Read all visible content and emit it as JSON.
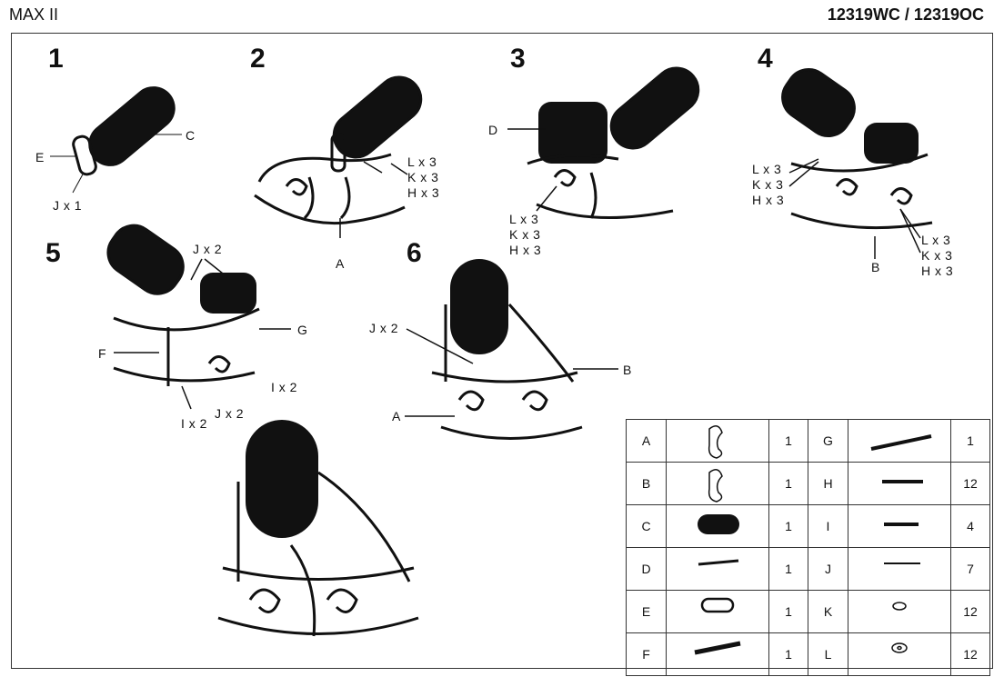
{
  "header": {
    "model": "MAX II",
    "codes": "12319WC / 12319OC"
  },
  "steps": [
    "1",
    "2",
    "3",
    "4",
    "5",
    "6"
  ],
  "callouts": {
    "s1_C": "C",
    "s1_E": "E",
    "s1_J": "J x 1",
    "s2_L": "L x 3",
    "s2_K": "K x 3",
    "s2_H": "H x 3",
    "s2_A": "A",
    "s3_D": "D",
    "s3_L": "L x 3",
    "s3_K": "K x 3",
    "s3_H": "H x 3",
    "s4_L1": "L x 3",
    "s4_K1": "K x 3",
    "s4_H1": "H x 3",
    "s4_L2": "L x 3",
    "s4_K2": "K x 3",
    "s4_H2": "H x 3",
    "s4_B": "B",
    "s5_J1": "J x 2",
    "s5_G": "G",
    "s5_F": "F",
    "s5_I1": "I x 2",
    "s5_I2": "I x 2",
    "s5_J2": "J x 2",
    "s6_J": "J x 2",
    "s6_B": "B",
    "s6_A": "A"
  },
  "parts": [
    {
      "l": "A",
      "q": "1",
      "l2": "G",
      "q2": "1",
      "icon": "rocker-side-frame",
      "icon2": "long-bar"
    },
    {
      "l": "B",
      "q": "1",
      "l2": "H",
      "q2": "12",
      "icon": "rocker-side-frame",
      "icon2": "long-bolt"
    },
    {
      "l": "C",
      "q": "1",
      "l2": "I",
      "q2": "4",
      "icon": "seat-cushion",
      "icon2": "short-bolt"
    },
    {
      "l": "D",
      "q": "1",
      "l2": "J",
      "q2": "7",
      "icon": "back-slat",
      "icon2": "wood-screw"
    },
    {
      "l": "E",
      "q": "1",
      "l2": "K",
      "q2": "12",
      "icon": "loop-bracket",
      "icon2": "flat-washer"
    },
    {
      "l": "F",
      "q": "1",
      "l2": "L",
      "q2": "12",
      "icon": "short-bar",
      "icon2": "lock-washer"
    }
  ]
}
